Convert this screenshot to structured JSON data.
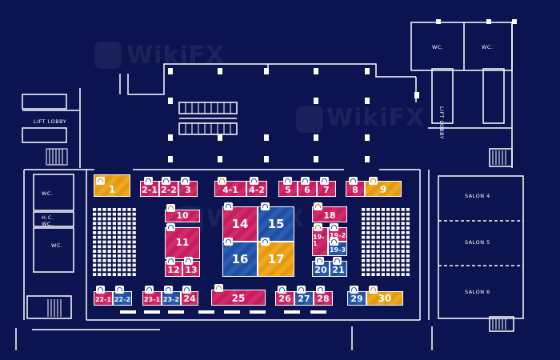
{
  "labels": {
    "wc_top_left": "WC.",
    "wc_top_right": "WC.",
    "lift_lobby_left": "LIFT LOBBY",
    "lift_lobby_right": "LIFT LOBBY",
    "wc_left_upper": "WC.",
    "hc_wc_line1": "H.C.",
    "hc_wc_line2": "WC.",
    "wc_left_lower": "WC.",
    "salon_4": "SALON 4",
    "salon_5": "SALON 5",
    "salon_6": "SALON 6"
  },
  "watermark": "WikiFX",
  "colors": {
    "background": "#0b1350",
    "pink": "#c41e5c",
    "blue": "#1f4fa0",
    "gold": "#e29a12",
    "lines": "#ffffff"
  },
  "booths": {
    "b1": "1",
    "b2_1": "2-1",
    "b2_2": "2-2",
    "b3": "3",
    "b4_1": "4-1",
    "b4_2": "4-2",
    "b5": "5",
    "b6": "6",
    "b7": "7",
    "b8": "8",
    "b9": "9",
    "b10": "10",
    "b11": "11",
    "b12": "12",
    "b13": "13",
    "b14": "14",
    "b15": "15",
    "b16": "16",
    "b17": "17",
    "b18": "18",
    "b19_1": "19-1",
    "b19_2": "19-2",
    "b19_3": "19-3",
    "b20": "20",
    "b21": "21",
    "b22_1": "22-1",
    "b22_2": "22-2",
    "b23_1": "23-1",
    "b23_2": "23-2",
    "b24": "24",
    "b25": "25",
    "b26": "26",
    "b27": "27",
    "b28": "28",
    "b29": "29",
    "b30": "30"
  }
}
